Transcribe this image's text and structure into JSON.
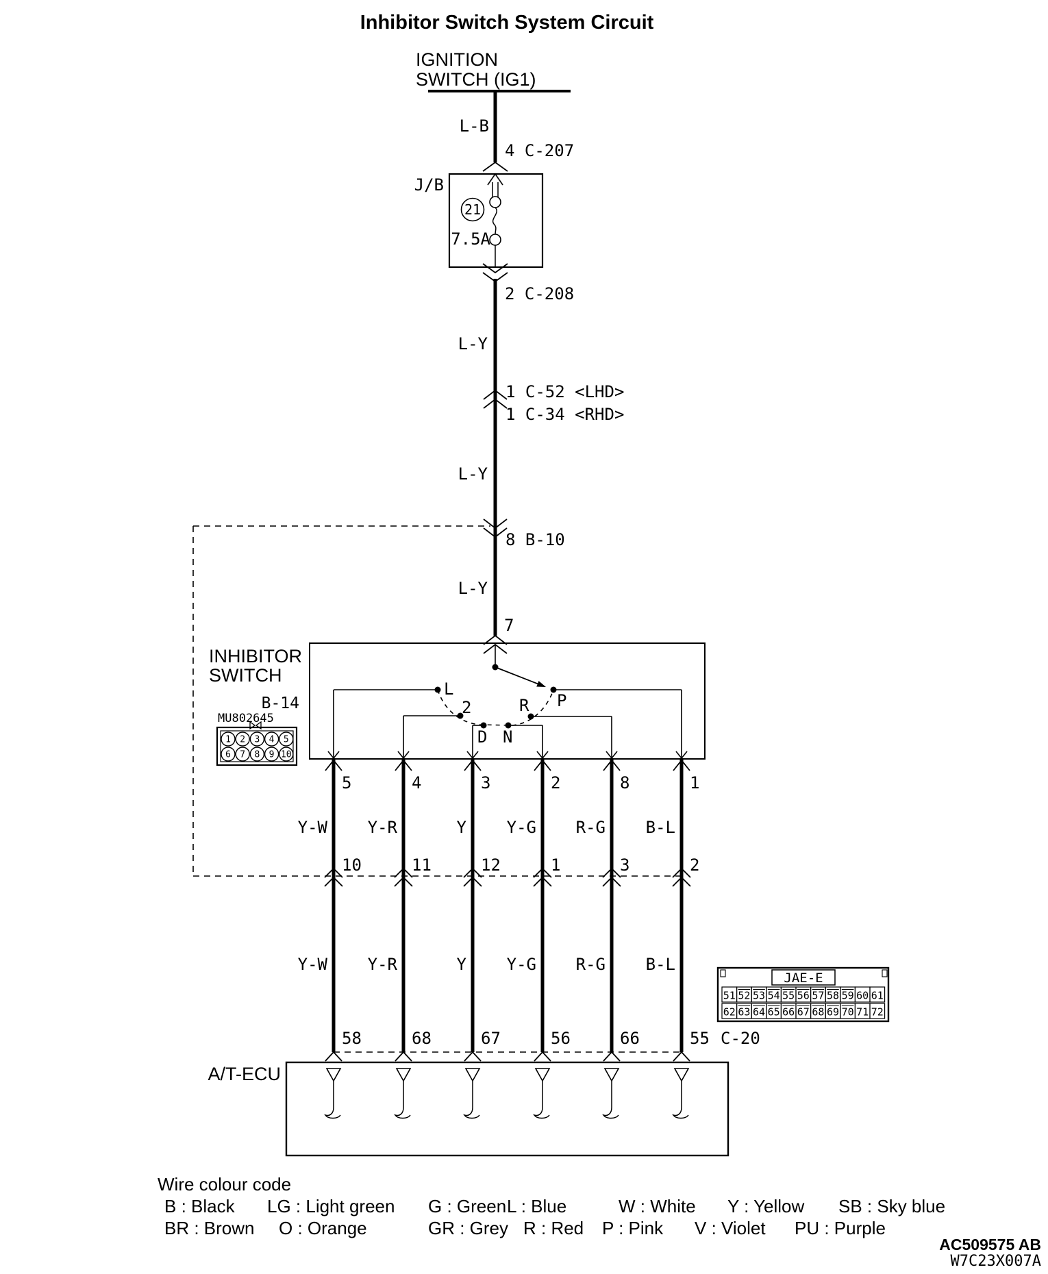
{
  "title": "Inhibitor Switch System Circuit",
  "ignition": {
    "line1": "IGNITION",
    "line2": "SWITCH (IG1)",
    "wire_color": "L-B",
    "connector": "4 C-207"
  },
  "junction_block": {
    "label": "J/B",
    "fuse_number": "21",
    "fuse_rating": "7.5A",
    "connector": "2 C-208"
  },
  "harness": {
    "wire_color_1": "L-Y",
    "connector_lhd": "1 C-52 <LHD>",
    "connector_rhd": "1 C-34 <RHD>",
    "wire_color_2": "L-Y",
    "connector_b10": "8 B-10",
    "wire_color_3": "L-Y",
    "switch_pin": "7"
  },
  "inhibitor_switch": {
    "name_line1": "INHIBITOR",
    "name_line2": "SWITCH",
    "connector_id": "B-14",
    "part_number": "MU802645",
    "pin_rows": [
      [
        "1",
        "2",
        "3",
        "4",
        "5"
      ],
      [
        "6",
        "7",
        "8",
        "9",
        "10"
      ]
    ],
    "positions": [
      "L",
      "2",
      "D",
      "N",
      "R",
      "P"
    ]
  },
  "wire_columns": {
    "switch_pins": [
      "5",
      "4",
      "3",
      "2",
      "8",
      "1"
    ],
    "colors_upper": [
      "Y-W",
      "Y-R",
      "Y",
      "Y-G",
      "R-G",
      "B-L"
    ],
    "intermediate_pins": [
      "10",
      "11",
      "12",
      "1",
      "3",
      "2"
    ],
    "colors_lower": [
      "Y-W",
      "Y-R",
      "Y",
      "Y-G",
      "R-G",
      "B-L"
    ],
    "ecu_pins": [
      "58",
      "68",
      "67",
      "56",
      "66",
      "55"
    ],
    "ecu_connector": "C-20"
  },
  "jae_connector": {
    "label": "JAE-E",
    "row1": [
      "51",
      "52",
      "53",
      "54",
      "55",
      "56",
      "57",
      "58",
      "59",
      "60",
      "61"
    ],
    "row2": [
      "62",
      "63",
      "64",
      "65",
      "66",
      "67",
      "68",
      "69",
      "70",
      "71",
      "72"
    ]
  },
  "ecu": {
    "label": "A/T-ECU"
  },
  "legend": {
    "title": "Wire colour code",
    "row1": [
      "B : Black",
      "LG : Light green",
      "G : Green",
      "L : Blue",
      "W : White",
      "Y : Yellow",
      "SB : Sky blue"
    ],
    "row2": [
      "BR : Brown",
      "O : Orange",
      "GR : Grey",
      "R : Red",
      "P : Pink",
      "V : Violet",
      "PU : Purple"
    ]
  },
  "footer": {
    "doc_code": "AC509575 AB",
    "drawing_code": "W7C23X007A"
  }
}
